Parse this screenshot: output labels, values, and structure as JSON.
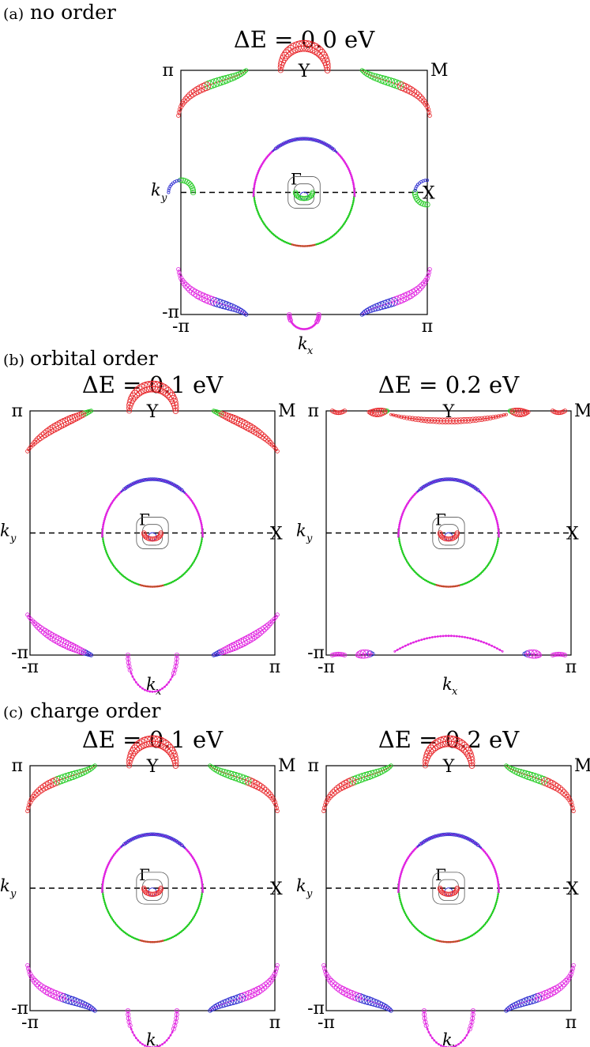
{
  "sections": [
    {
      "id": "a",
      "label": "(a)",
      "title": "no order"
    },
    {
      "id": "b",
      "label": "(b)",
      "title": "orbital order"
    },
    {
      "id": "c",
      "label": "(c)",
      "title": "charge order"
    }
  ],
  "panels": [
    {
      "id": "a",
      "delta_label": "ΔE = 0.0 eV",
      "kind": "none",
      "ticks": {
        "y_top": "π",
        "y_bottom": "-π",
        "x_left": "-π",
        "x_right": "π"
      },
      "axis_labels": {
        "x": "k",
        "x_sub": "x",
        "y": "k",
        "y_sub": "y"
      },
      "points": {
        "Y": "Y",
        "M": "M",
        "X": "X",
        "G": "Γ"
      }
    },
    {
      "id": "b1",
      "delta_label": "ΔE = 0.1 eV",
      "kind": "orbital1",
      "ticks": {
        "y_top": "π",
        "y_bottom": "-π",
        "x_left": "-π",
        "x_right": "π"
      },
      "axis_labels": {
        "x": "k",
        "x_sub": "x",
        "y": "k",
        "y_sub": "y"
      },
      "points": {
        "Y": "Y",
        "M": "M",
        "X": "X",
        "G": "Γ"
      }
    },
    {
      "id": "b2",
      "delta_label": "ΔE = 0.2 eV",
      "kind": "orbital2",
      "ticks": {
        "y_top": "π",
        "y_bottom": "-π",
        "x_left": "-π",
        "x_right": "π"
      },
      "axis_labels": {
        "x": "k",
        "x_sub": "x",
        "y": "k",
        "y_sub": "y"
      },
      "points": {
        "Y": "Y",
        "M": "M",
        "X": "X",
        "G": "Γ"
      }
    },
    {
      "id": "c1",
      "delta_label": "ΔE = 0.1 eV",
      "kind": "charge",
      "ticks": {
        "y_top": "π",
        "y_bottom": "-π",
        "x_left": "-π",
        "x_right": "π"
      },
      "axis_labels": {
        "x": "k",
        "x_sub": "x",
        "y": "k",
        "y_sub": "y"
      },
      "points": {
        "Y": "Y",
        "M": "M",
        "X": "X",
        "G": "Γ"
      }
    },
    {
      "id": "c2",
      "delta_label": "ΔE = 0.2 eV",
      "kind": "charge",
      "ticks": {
        "y_top": "π",
        "y_bottom": "-π",
        "x_left": "-π",
        "x_right": "π"
      },
      "axis_labels": {
        "x": "k",
        "x_sub": "x",
        "y": "k",
        "y_sub": "y"
      },
      "points": {
        "Y": "Y",
        "M": "M",
        "X": "X",
        "G": "Γ"
      }
    }
  ],
  "colors": {
    "red": "#e8262a",
    "green": "#22cc22",
    "blue": "#2a2ad0",
    "magenta": "#e020e0",
    "black": "#000000"
  }
}
